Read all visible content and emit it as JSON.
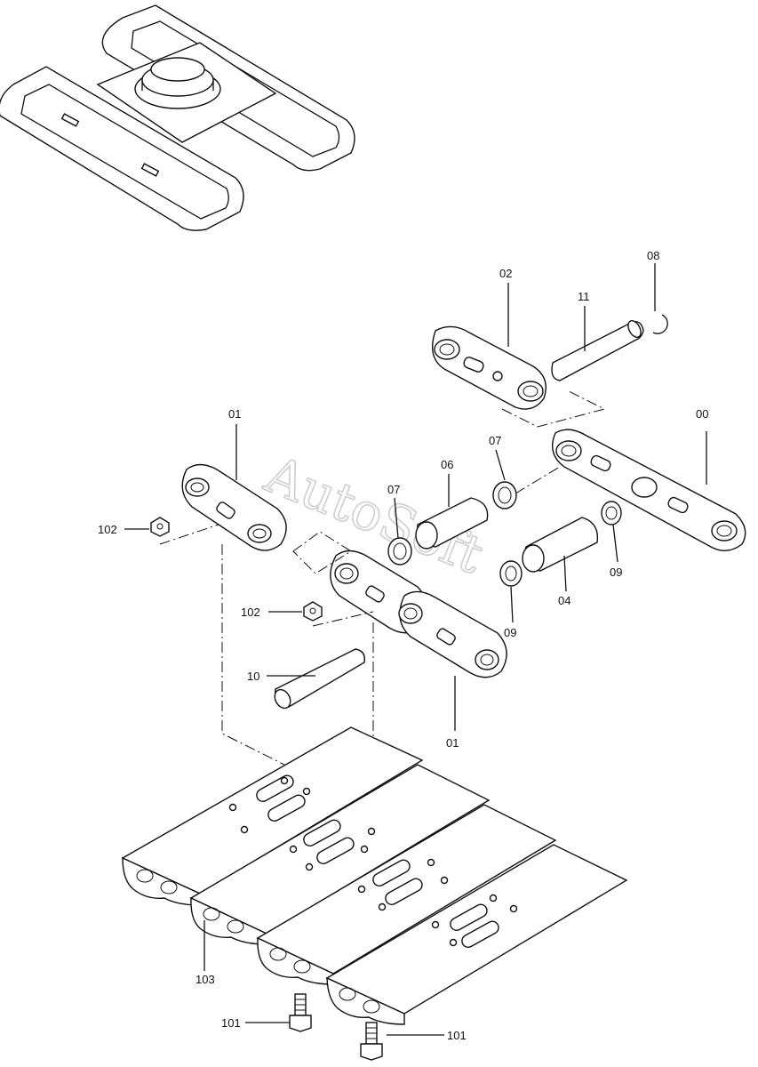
{
  "watermark": "AutoSoft",
  "callouts": {
    "p00": "00",
    "p01a": "01",
    "p01b": "01",
    "p02": "02",
    "p04": "04",
    "p06": "06",
    "p07a": "07",
    "p07b": "07",
    "p08": "08",
    "p09a": "09",
    "p09b": "09",
    "p10": "10",
    "p11": "11",
    "p101a": "101",
    "p101b": "101",
    "p102a": "102",
    "p102b": "102",
    "p103": "103"
  },
  "icons": {
    "undercarriage": "crawler-undercarriage-icon",
    "link": "track-link-icon",
    "pin": "track-pin-icon",
    "bushing": "bushing-icon",
    "seal": "seal-ring-icon",
    "shoe": "track-shoe-icon",
    "bolt": "shoe-bolt-icon",
    "nut": "shoe-nut-icon",
    "clip": "retaining-clip-icon"
  }
}
